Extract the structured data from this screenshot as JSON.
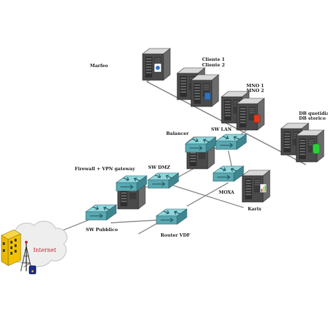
{
  "diagram": {
    "labels": {
      "marfeo": "Marfeo",
      "cliente": [
        "Cliente 1",
        "Cliente 2"
      ],
      "mno": [
        "MNO 1",
        "MNO 2"
      ],
      "db": [
        "DB quotidiano",
        "DB storico"
      ],
      "balancer": "Balancer",
      "sw_lan": "SW LAN",
      "firewall": "Firewall + VPN gateway",
      "sw_dmz": "SW DMZ",
      "moxa": "MOXA",
      "karix": "Karix",
      "sw_pubblico": "SW Pubblico",
      "router_vdf": "Router VDF",
      "internet": "Internet"
    },
    "icons": {
      "server": "server-icon",
      "switch": "network-switch-icon",
      "router": "router-icon",
      "building": "office-building-icon",
      "cloud": "internet-cloud-icon",
      "antenna": "radio-antenna-icon"
    },
    "colors": {
      "server_dark": "#4a4a4a",
      "switch_face": "#8fd5dc",
      "internet_text": "#c0262f",
      "building": "#f2c200"
    }
  }
}
